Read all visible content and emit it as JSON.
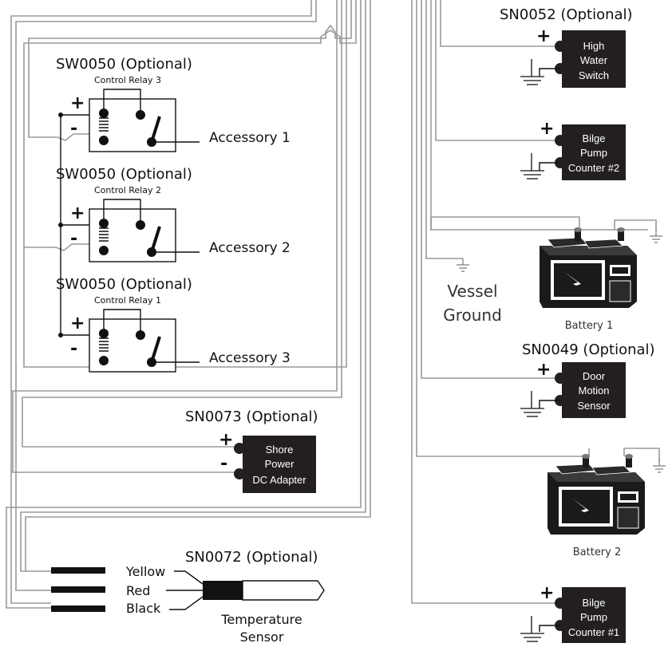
{
  "colors": {
    "wire": "#9a9a9a",
    "device": "#231f20",
    "line": "#111111"
  },
  "relays": [
    {
      "title": "SW0050 (Optional)",
      "subtitle": "Control Relay 3",
      "output": "Accessory 1"
    },
    {
      "title": "SW0050 (Optional)",
      "subtitle": "Control Relay 2",
      "output": "Accessory 2"
    },
    {
      "title": "SW0050 (Optional)",
      "subtitle": "Control Relay 1",
      "output": "Accessory 3"
    }
  ],
  "signs": {
    "plus": "+",
    "minus": "-"
  },
  "shore": {
    "title": "SN0073 (Optional)",
    "lines": [
      "Shore",
      "Power",
      "DC Adapter"
    ]
  },
  "temp": {
    "title": "SN0072 (Optional)",
    "wires": [
      "Yellow",
      "Red",
      "Black"
    ],
    "caption": [
      "Temperature",
      "Sensor"
    ]
  },
  "high_water": {
    "title": "SN0052 (Optional)",
    "lines": [
      "High",
      "Water",
      "Switch"
    ]
  },
  "bilge2": {
    "lines": [
      "Bilge",
      "Pump",
      "Counter #2"
    ]
  },
  "vessel_ground": [
    "Vessel",
    "Ground"
  ],
  "battery1": {
    "label": "Battery 1",
    "icon": "battery-icon"
  },
  "door": {
    "title": "SN0049 (Optional)",
    "lines": [
      "Door",
      "Motion",
      "Sensor"
    ]
  },
  "battery2": {
    "label": "Battery 2",
    "icon": "battery-icon"
  },
  "bilge1": {
    "lines": [
      "Bilge",
      "Pump",
      "Counter #1"
    ]
  }
}
